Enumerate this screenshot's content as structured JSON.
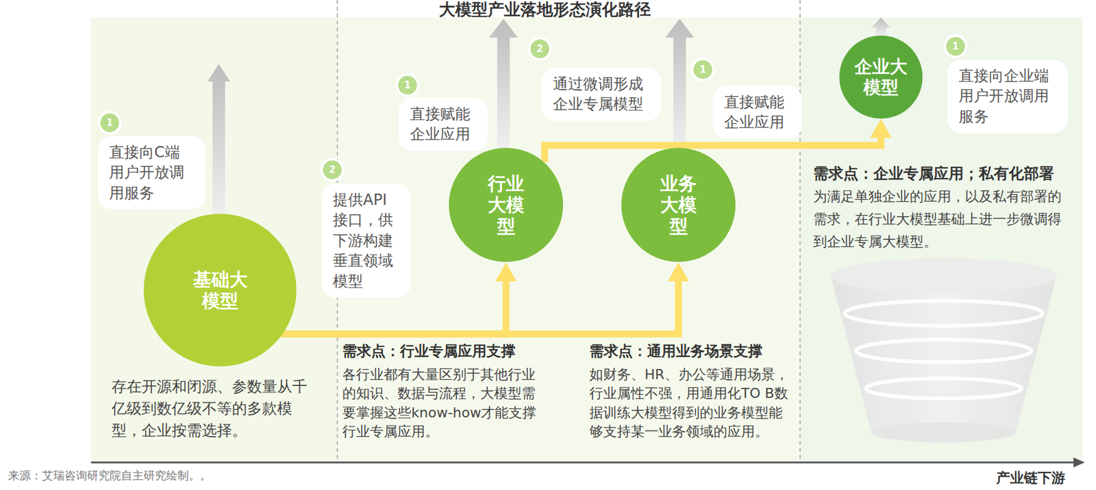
{
  "diagram": {
    "title": "大模型产业落地形态演化路径",
    "nodes": [
      {
        "text": [
          "基础大模型"
        ]
      },
      {
        "text": [
          "行业大模型"
        ]
      },
      {
        "text": [
          "业务大模型"
        ]
      },
      {
        "text": [
          "企业大模型"
        ]
      },
      {
        "text": [
          "直接向C端用户开放调用服务"
        ]
      },
      {
        "text": [
          "提供API接口，供下游构建垂直领域模型"
        ]
      },
      {
        "text": [
          "直接赋能企业应用"
        ]
      },
      {
        "text": [
          "通过微调形成企业专属模型"
        ]
      },
      {
        "text": [
          "直接赋能企业应用"
        ]
      },
      {
        "text": [
          "直接向企业端用户开放调用服务"
        ]
      }
    ],
    "edges": [
      {
        "from": 0,
        "to": 1,
        "arrow": "to"
      },
      {
        "from": 0,
        "to": 2,
        "arrow": "to"
      },
      {
        "from": 1,
        "to": 3,
        "arrow": "to"
      }
    ],
    "labels": [
      "1",
      "2",
      "1",
      "2",
      "1",
      "1",
      "存在开源和闭源、参数量从千亿级到数亿级不等的多款模型，企业按需选择。",
      "需求点：行业专属应用支撑",
      "各行业都有大量区别于其他行业的知识、数据与流程，大模型需要掌握这些know-how才能支撑行业专属应用。",
      "需求点：通用业务场景支撑",
      "如财务、HR、办公等通用场景，行业属性不强，用通用化TO B数据训练大模型得到的业务模型能够支持某一业务领域的应用。",
      "需求点：企业专属应用；私有化部署",
      "为满足单独企业的应用，以及私有部署的需求，在行业大模型基础上进一步微调得到企业专属大模型。",
      "来源：艾瑞咨询研究院自主研究绘制。。",
      "产业链下游"
    ]
  }
}
